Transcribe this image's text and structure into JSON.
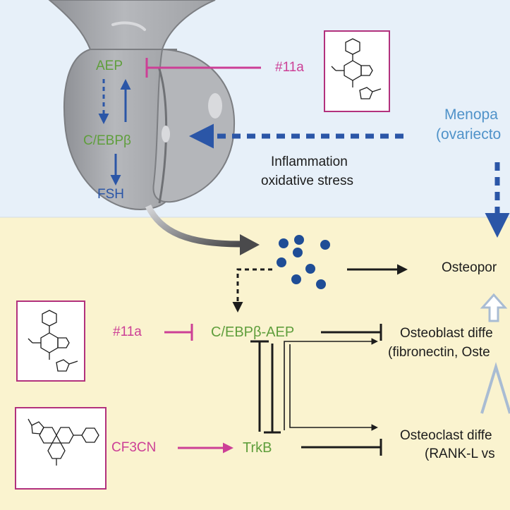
{
  "colors": {
    "top_panel": "#e7f0f9",
    "bottom_panel": "#faf3cf",
    "gland": "#a7a9ad",
    "green_text": "#5f9e3c",
    "blue_arrow": "#2b56a7",
    "inhibitor_pink": "#cc3f96",
    "menopause_blue": "#4f92c9",
    "particles": "#1f4d96"
  },
  "pituitary": {
    "aep": "AEP",
    "cebpb": "C/EBPβ",
    "fsh": "FSH"
  },
  "top": {
    "inhibitor": "#11a",
    "inflammation_line1": "Inflammation",
    "inflammation_line2": "oxidative stress",
    "menopause_line1": "Menopa",
    "menopause_line2": "(ovariecto"
  },
  "bottom": {
    "osteoporosis": "Osteopor",
    "inhibitor": "#11a",
    "complex": "C/EBPβ-AEP",
    "agonist": "CF3CN",
    "receptor": "TrkB",
    "osteoblast_line1": "Osteoblast diffe",
    "osteoblast_line2": "(fibronectin, Oste",
    "osteoclast_line1": "Osteoclast diffe",
    "osteoclast_line2": "(RANK-L vs"
  },
  "icons": [
    "chemical-structure-icon",
    "fsh-particle-icon",
    "hollow-up-arrow-icon"
  ]
}
